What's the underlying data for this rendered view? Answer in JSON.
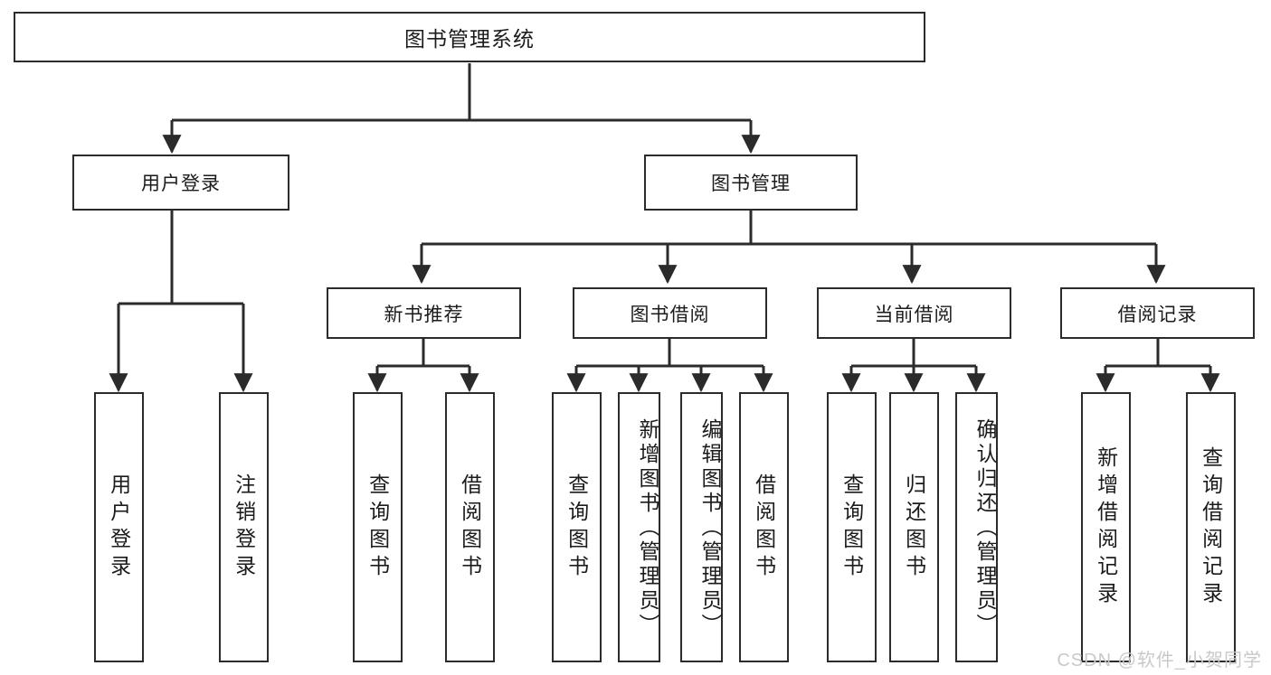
{
  "diagram": {
    "title": "图书管理系统",
    "type": "tree-hierarchy",
    "background_color": "#ffffff",
    "line_color": "#2b2b2b",
    "text_color": "#1b1b1b"
  },
  "root": {
    "label": "图书管理系统"
  },
  "tier2": [
    {
      "label": "用户登录"
    },
    {
      "label": "图书管理"
    }
  ],
  "tier3": [
    {
      "label": "新书推荐"
    },
    {
      "label": "图书借阅"
    },
    {
      "label": "当前借阅"
    },
    {
      "label": "借阅记录"
    }
  ],
  "leaves": [
    {
      "label": "用户登录"
    },
    {
      "label": "注销登录"
    },
    {
      "label": "查询图书"
    },
    {
      "label": "借阅图书"
    },
    {
      "label": "查询图书"
    },
    {
      "label": "新增图书（管理员）"
    },
    {
      "label": "编辑图书（管理员）"
    },
    {
      "label": "借阅图书"
    },
    {
      "label": "查询图书"
    },
    {
      "label": "归还图书"
    },
    {
      "label": "确认归还（管理员）"
    },
    {
      "label": "新增借阅记录"
    },
    {
      "label": "查询借阅记录"
    }
  ],
  "watermark": {
    "text": "CSDN @软件_小贺同学",
    "color": "#c9c9c9"
  }
}
